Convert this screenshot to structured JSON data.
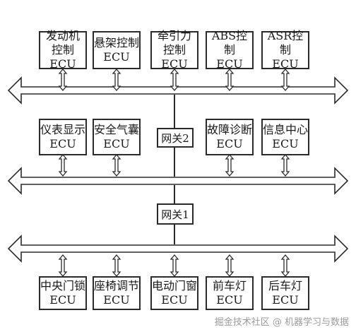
{
  "top_ecus": [
    {
      "line1": "发动机",
      "line2": "控制ECU"
    },
    {
      "line1": "悬架控制",
      "line2": "ECU"
    },
    {
      "line1": "牵引力",
      "line2": "控制ECU"
    },
    {
      "line1": "ABS控制",
      "line2": "ECU"
    },
    {
      "line1": "ASR控制",
      "line2": "ECU"
    }
  ],
  "middle_ecus": [
    {
      "line1": "仪表显示",
      "line2": "ECU"
    },
    {
      "line1": "安全气囊",
      "line2": "ECU"
    },
    {
      "line1": "故障诊断",
      "line2": "ECU"
    },
    {
      "line1": "信息中心",
      "line2": "ECU"
    }
  ],
  "bottom_ecus": [
    {
      "line1": "中央门锁",
      "line2": "ECU"
    },
    {
      "line1": "座椅调节",
      "line2": "ECU"
    },
    {
      "line1": "电动门窗",
      "line2": "ECU"
    },
    {
      "line1": "前车灯",
      "line2": "ECU"
    },
    {
      "line1": "后车灯",
      "line2": "ECU"
    }
  ],
  "gateways": {
    "gateway2": "网关2",
    "gateway1": "网关1"
  },
  "watermark": "掘金技术社区 @ 机器学习与数据"
}
